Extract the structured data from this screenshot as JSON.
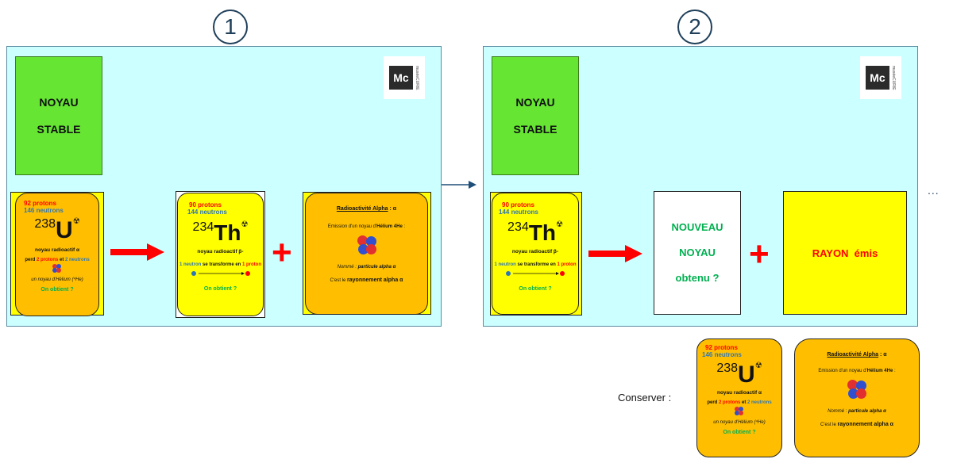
{
  "steps": {
    "one": "1",
    "two": "2"
  },
  "ellipsis": "...",
  "conserve_label": "Conserver :",
  "logo": {
    "letters": "Mc",
    "side_text": "muséeCURIE"
  },
  "stable": {
    "line1": "NOYAU",
    "line2": "STABLE"
  },
  "uranium": {
    "protons": "92 protons",
    "neutrons": "146 neutrons",
    "mass": "238",
    "symbol": "U",
    "radio_symbol": "☢",
    "kind": "noyau radioactif α",
    "lose_pre": "perd ",
    "lose_protons": "2 protons",
    "lose_mid": " et ",
    "lose_neutrons": "2 neutrons",
    "helium": "un noyau d'Hélium (⁴He)",
    "obtain": "On obtient ?"
  },
  "thorium": {
    "protons": "90 protons",
    "neutrons": "144 neutrons",
    "mass": "234",
    "symbol": "Th",
    "radio_symbol": "☢",
    "kind": "noyau radioactif β-",
    "transform_neutron": "1 neutron",
    "transform_mid": " se transforme en ",
    "transform_proton": "1 proton",
    "obtain": "On obtient ?"
  },
  "alpha": {
    "title": "Radioactivité Alpha",
    "title_suffix": " : α",
    "emission_pre": "Emission d'un noyau d'",
    "emission_bold": "Hélium 4He",
    "emission_post": " :",
    "named_pre": "Nommé : ",
    "named_bold": "particule alpha α",
    "ray_pre": "C'est le ",
    "ray_bold": "rayonnement alpha α"
  },
  "new_nucleus": {
    "line1": "NOUVEAU",
    "line2": "NOYAU",
    "line3": "obtenu ?"
  },
  "ray_emitted": "RAYON  émis",
  "colors": {
    "panel_bg": "#ccffff",
    "stable_green": "#66e533",
    "orange_card": "#ffbf00",
    "yellow_card": "#ffff00",
    "red_accent": "#ff0000",
    "blue_text": "#2e75b6",
    "green_text": "#00b050"
  }
}
